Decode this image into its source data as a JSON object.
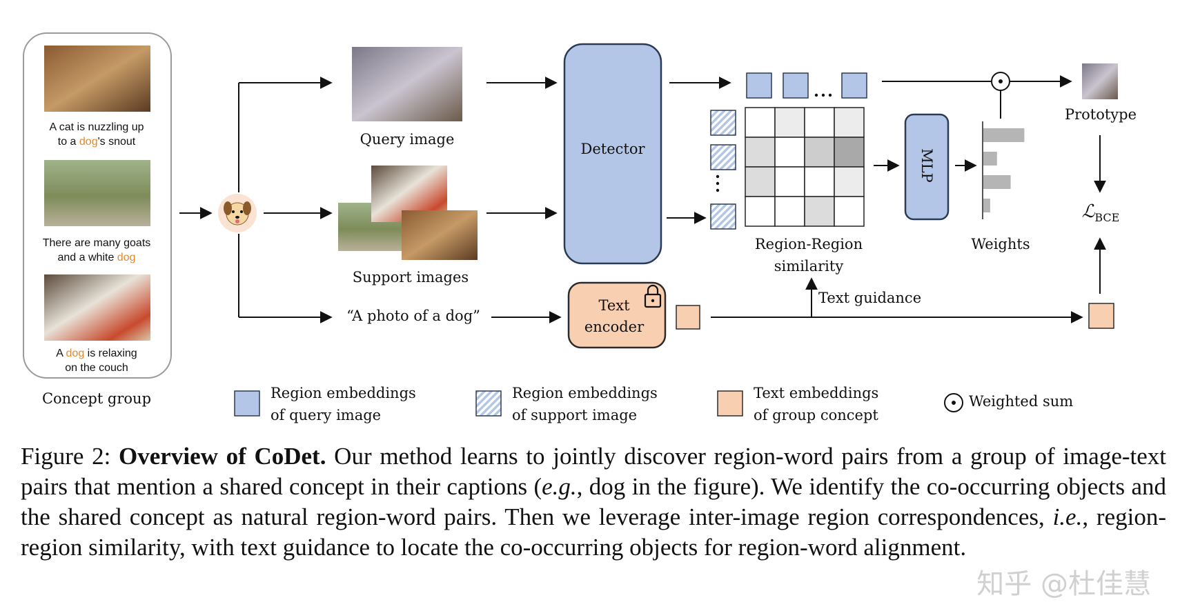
{
  "concept_group": {
    "label": "Concept group",
    "captions": [
      {
        "parts": [
          "A cat is nuzzling up",
          "to a ",
          "dog",
          "'s snout"
        ]
      },
      {
        "parts": [
          "There are many goats",
          "and a white ",
          "dog",
          ""
        ]
      },
      {
        "parts": [
          "A ",
          "dog",
          " is relaxing",
          "on the couch"
        ]
      }
    ]
  },
  "query_image_label": "Query image",
  "support_images_label": "Support images",
  "text_prompt": "“A photo of a dog”",
  "detector_label": "Detector",
  "text_encoder_label": [
    "Text",
    "encoder"
  ],
  "similarity_label": [
    "Region-Region",
    "similarity"
  ],
  "text_guidance_label": "Text guidance",
  "mlp_label": "MLP",
  "weights_label": "Weights",
  "prototype_label": "Prototype",
  "loss_label": {
    "main": "ℒ",
    "sub": "BCE"
  },
  "legend": [
    {
      "kind": "query",
      "line1": "Region embeddings",
      "line2": "of query image"
    },
    {
      "kind": "support",
      "line1": "Region embeddings",
      "line2": "of support image"
    },
    {
      "kind": "text",
      "line1": "Text embeddings",
      "line2": "of group concept"
    },
    {
      "kind": "wsum",
      "line1": "Weighted sum",
      "line2": ""
    }
  ],
  "similarity_grid": [
    [
      0,
      1,
      0,
      1
    ],
    [
      2,
      0,
      3,
      5
    ],
    [
      2,
      0,
      0,
      1
    ],
    [
      0,
      0,
      2,
      0
    ]
  ],
  "weights_bars": [
    0.9,
    0.3,
    0.6,
    0.15
  ],
  "colors": {
    "query_blue": "#b3c6e7",
    "query_blue_border": "#2b3a55",
    "text_orange": "#f8cfb0",
    "highlight": "#e08a2e",
    "bar_gray": "#b5b5b5"
  },
  "caption": {
    "prefix": "Figure 2:  ",
    "title": "Overview of CoDet.",
    "body_1": " Our method learns to jointly discover region-word pairs from a group of image-text pairs that mention a shared concept in their captions (",
    "eg": "e.g.",
    "body_2": ", dog in the figure). We identify the co-occurring objects and the shared concept as natural region-word pairs. Then we leverage inter-image region correspondences, ",
    "ie": "i.e.",
    "body_3": ", region-region similarity, with text guidance to locate the co-occurring objects for region-word alignment."
  },
  "watermark": "知乎 @杜佳慧"
}
